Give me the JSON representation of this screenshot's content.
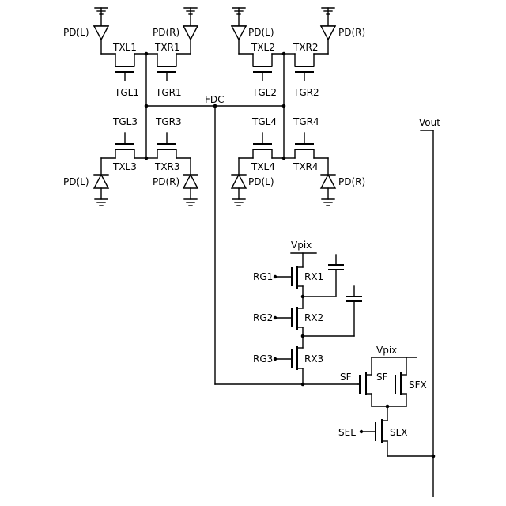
{
  "labels": {
    "pd_l": "PD(L)",
    "pd_r": "PD(R)",
    "txl1": "TXL1",
    "txr1": "TXR1",
    "txl2": "TXL2",
    "txr2": "TXR2",
    "txl3": "TXL3",
    "txr3": "TXR3",
    "txl4": "TXL4",
    "txr4": "TXR4",
    "tgl1": "TGL1",
    "tgr1": "TGR1",
    "tgl2": "TGL2",
    "tgr2": "TGR2",
    "tgl3": "TGL3",
    "tgr3": "TGR3",
    "tgl4": "TGL4",
    "tgr4": "TGR4",
    "fdc": "FDC",
    "vout": "Vout",
    "vpix": "Vpix",
    "rg1": "RG1",
    "rg2": "RG2",
    "rg3": "RG3",
    "rx1": "RX1",
    "rx2": "RX2",
    "rx3": "RX3",
    "sf": "SF",
    "sfx": "SFX",
    "sel": "SEL",
    "slx": "SLX"
  }
}
